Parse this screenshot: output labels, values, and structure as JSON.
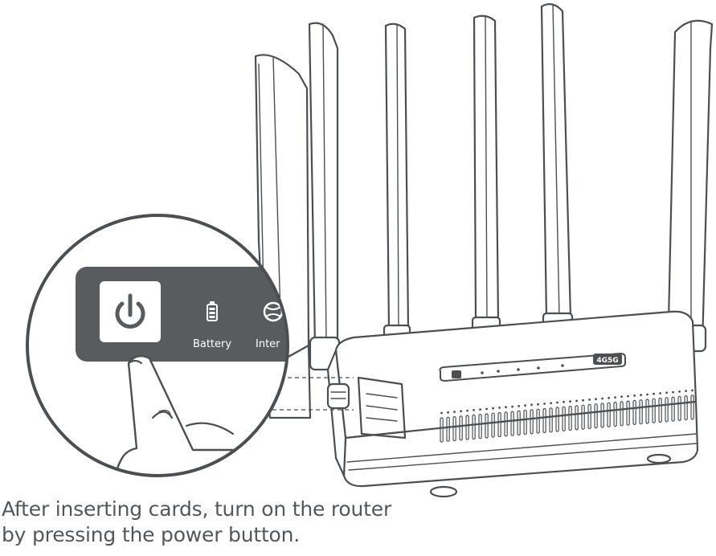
{
  "caption": {
    "line1": "After inserting cards, turn on the router",
    "line2": "by pressing the power button."
  },
  "panel": {
    "battery_label": "Battery",
    "internet_label": "Inter"
  },
  "router": {
    "badge_text": "4G5G"
  },
  "colors": {
    "line": "#4c4f52",
    "panel": "#595c5f",
    "text": "#54575a"
  },
  "icons": [
    "power-icon",
    "battery-icon",
    "globe-icon",
    "finger-hand-icon"
  ]
}
